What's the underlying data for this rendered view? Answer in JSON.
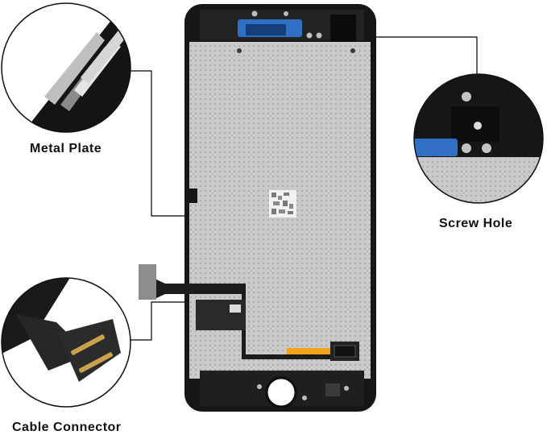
{
  "labels": {
    "metal_plate": "Metal Plate",
    "screw_hole": "Screw Hole",
    "cable_connector": "Cable Connector"
  },
  "colors": {
    "frame": "#161616",
    "plate": "#c9c9c9",
    "plate_dots": "#9a9a9a",
    "bracket_blue": "#2f6fc4",
    "flex_cable": "#1c1c1c",
    "flex_tab": "#8c8c8c",
    "orange_tape": "#f0a21c",
    "leader_line": "#000000"
  },
  "icons": {
    "qr_code": "data-matrix-label"
  }
}
